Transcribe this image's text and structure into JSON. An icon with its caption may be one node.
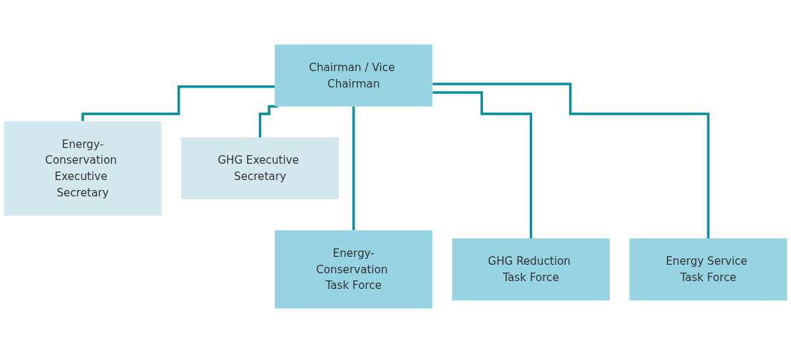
{
  "diagram": {
    "nodes": [
      {
        "text": [
          "Chairman / Vice Chairman"
        ]
      },
      {
        "text": [
          "Energy-Conservation Executive Secretary"
        ]
      },
      {
        "text": [
          "GHG Executive Secretary"
        ]
      },
      {
        "text": [
          "Energy-Conservation Task Force"
        ]
      },
      {
        "text": [
          "GHG Reduction Task Force"
        ]
      },
      {
        "text": [
          "Energy Service Task Force"
        ]
      }
    ],
    "edges": [
      {
        "from": 0,
        "to": 1,
        "arrow": "none"
      },
      {
        "from": 0,
        "to": 2,
        "arrow": "none"
      },
      {
        "from": 0,
        "to": 3,
        "arrow": "none"
      },
      {
        "from": 0,
        "to": 4,
        "arrow": "none"
      },
      {
        "from": 0,
        "to": 5,
        "arrow": "none"
      }
    ]
  }
}
